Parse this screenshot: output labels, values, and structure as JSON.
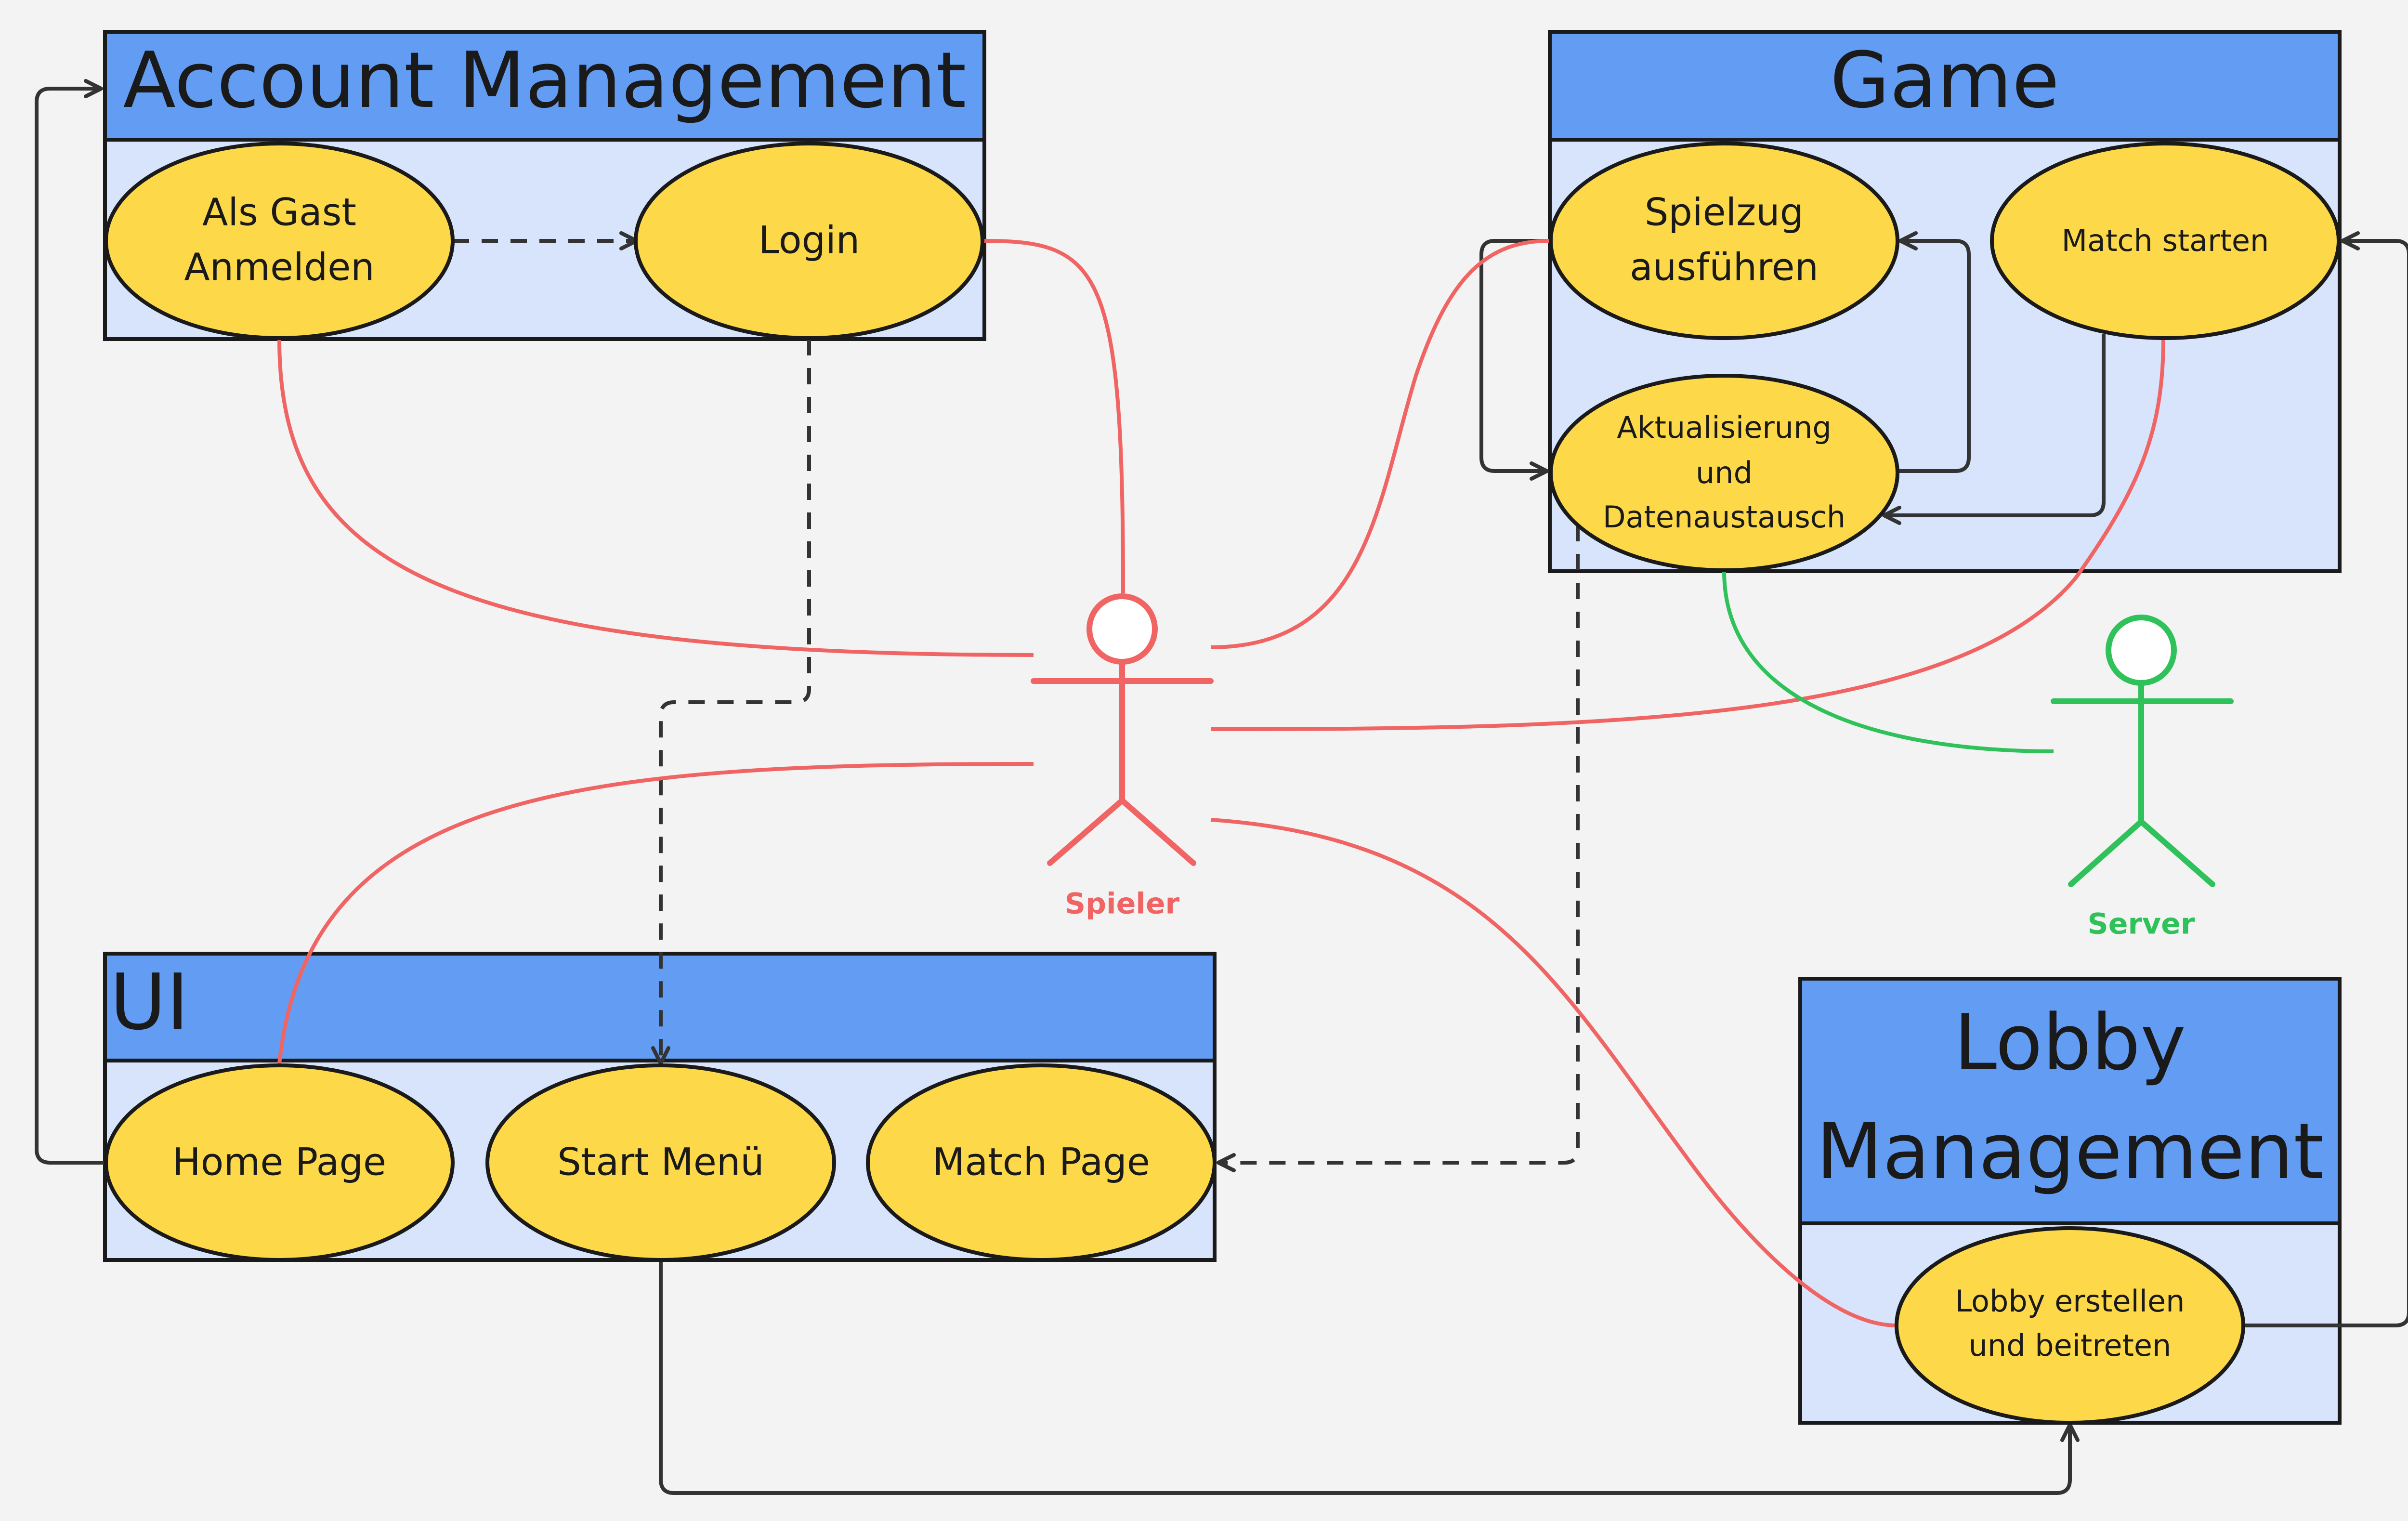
{
  "colors": {
    "background": "#f3f3f3",
    "package_header": "#639df3",
    "package_body": "#d7e4fb",
    "use_case": "#fdd94a",
    "spieler": "#f06464",
    "server": "#2fc25b",
    "dependency": "#333333"
  },
  "packages": {
    "account": "Account Management",
    "game": "Game",
    "ui": "UI",
    "lobby": [
      "Lobby",
      "Management"
    ]
  },
  "use_cases": {
    "guest": [
      "Als Gast",
      "Anmelden"
    ],
    "login": "Login",
    "spielzug": [
      "Spielzug",
      "ausführen"
    ],
    "match_starten": "Match starten",
    "aktualisierung": [
      "Aktualisierung",
      "und",
      "Datenaustausch"
    ],
    "home_page": "Home Page",
    "start_menu": "Start Menü",
    "match_page": "Match Page",
    "lobby_erstellen": [
      "Lobby erstellen",
      "und beitreten"
    ]
  },
  "actors": {
    "spieler": "Spieler",
    "server": "Server"
  }
}
